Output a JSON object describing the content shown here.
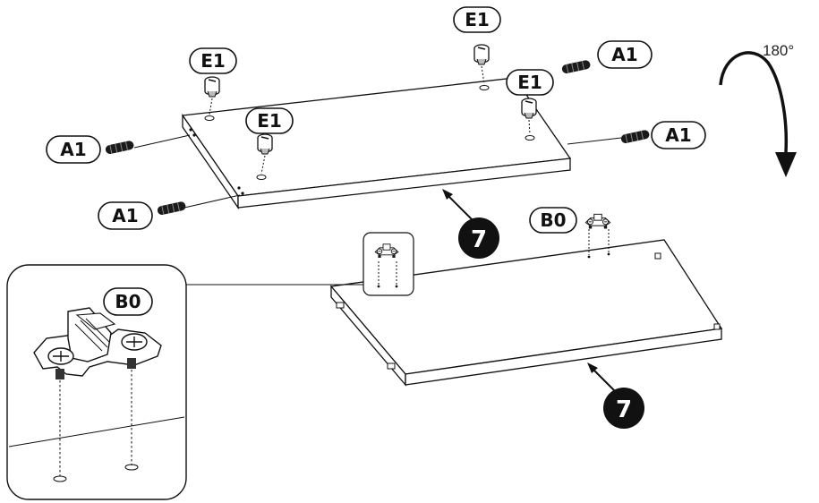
{
  "labels": {
    "e1": "E1",
    "a1": "A1",
    "b0": "B0",
    "step": "7",
    "rotation": "180°"
  }
}
